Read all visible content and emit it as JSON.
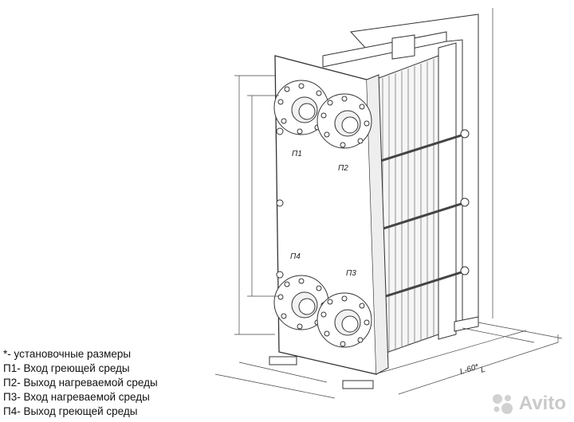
{
  "labels": {
    "p1": "П1",
    "p2": "П2",
    "p3": "П3",
    "p4": "П4",
    "dim_l60": "L-60*",
    "dim_l": "L"
  },
  "legend": [
    "*- установочные размеры",
    "П1- Вход греющей среды",
    "П2- Выход нагреваемой среды",
    "П3- Вход нагреваемой среды",
    "П4- Выход греющей среды"
  ],
  "watermark": "Avito"
}
